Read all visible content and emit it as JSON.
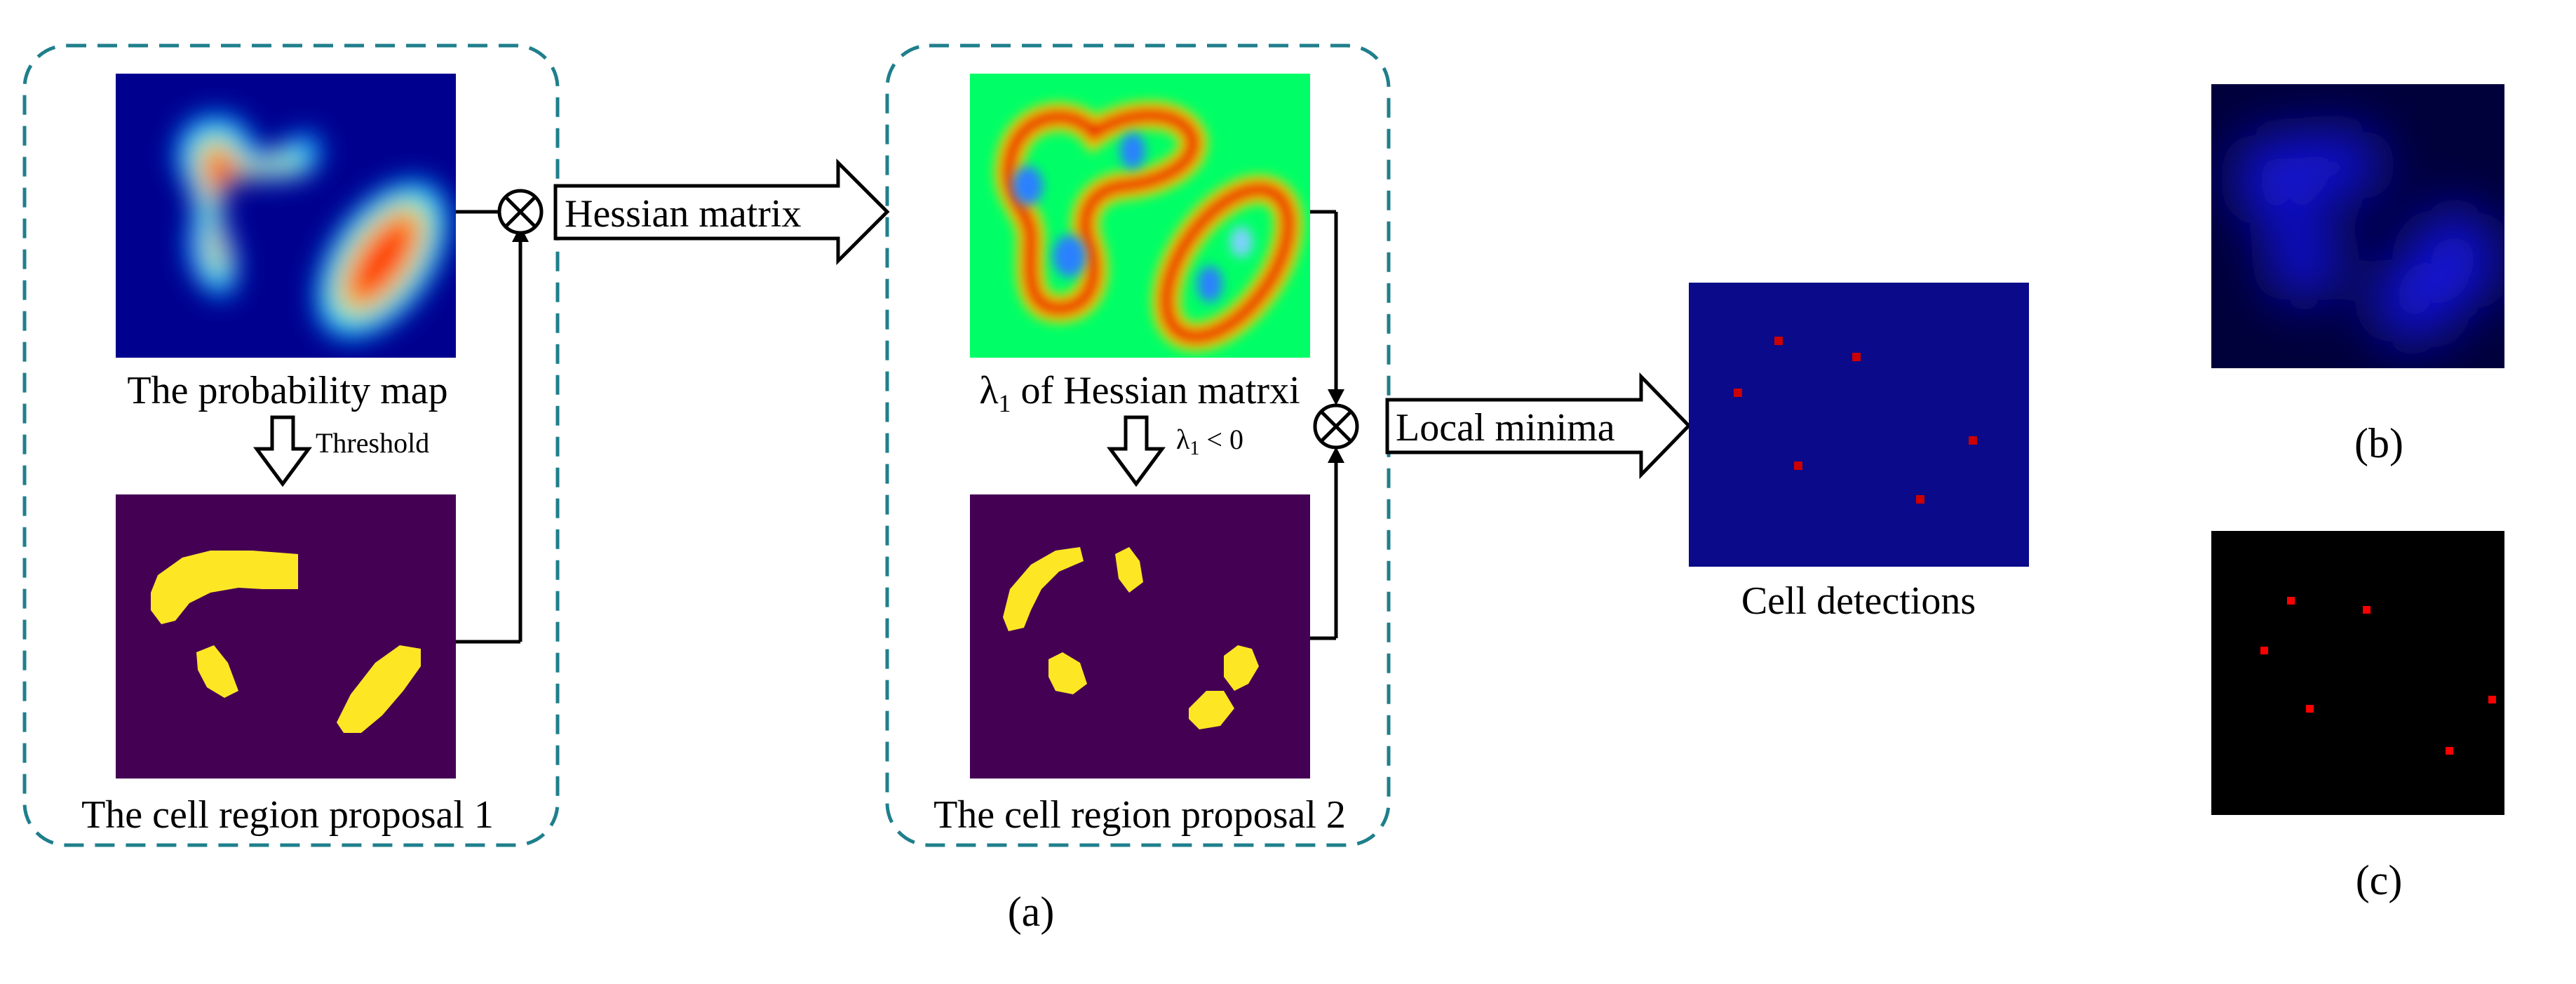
{
  "panels": {
    "probability_map": {
      "label": "The probability map"
    },
    "region_proposal_1": {
      "label": "The cell region proposal 1"
    },
    "hessian_lambda": {
      "label_symbol": "λ",
      "label_sub": "1",
      "label_rest": " of Hessian matrxi"
    },
    "region_proposal_2": {
      "label": "The cell region proposal 2"
    },
    "cell_detections": {
      "label": "Cell detections"
    }
  },
  "arrows": {
    "threshold": {
      "label": "Threshold"
    },
    "lambda_condition": {
      "symbol": "λ",
      "sub": "1",
      "rest": " < 0"
    },
    "hessian_matrix": {
      "label": "Hessian matrix"
    },
    "local_minima": {
      "label": "Local minima"
    }
  },
  "operators": {
    "multiply_symbol": "⊗"
  },
  "captions": {
    "a": "(a)",
    "b": "(b)",
    "c": "(c)"
  },
  "colors": {
    "dashed_border": "#1f7f8c",
    "jet_background": "#00008f",
    "proposal_background": "#440154",
    "proposal_foreground": "#fde725",
    "hessian_background": "#00ff66",
    "detection_background": "#0a0a8a",
    "detection_point": "#cc0000",
    "fluorescence_background": "#00003a",
    "binary_background": "#000000",
    "binary_point": "#ff0000"
  },
  "detections": {
    "count": 6
  }
}
